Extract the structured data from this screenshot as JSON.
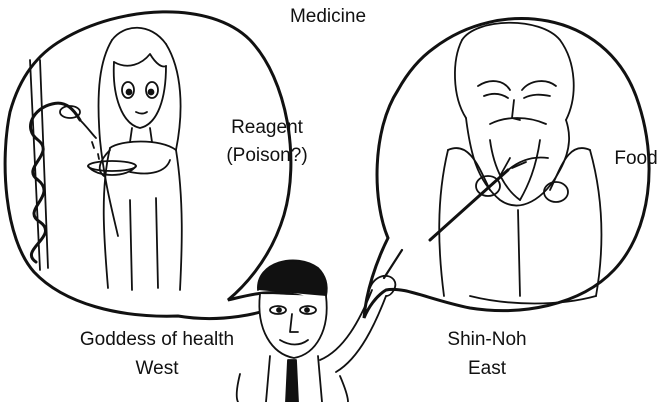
{
  "title": "Medicine",
  "left_bubble": {
    "label_line1": "Reagent",
    "label_line2": "(Poison?)",
    "figure_icon": "goddess-with-snake-icon"
  },
  "right_bubble": {
    "label": "Food",
    "figure_icon": "bearded-sage-icon"
  },
  "speaker_icon": "pointing-man-icon",
  "captions": {
    "left_line1": "Goddess of health",
    "left_line2": "West",
    "right_line1": "Shin-Noh",
    "right_line2": "East"
  },
  "colors": {
    "ink": "#111111",
    "background": "#ffffff"
  }
}
